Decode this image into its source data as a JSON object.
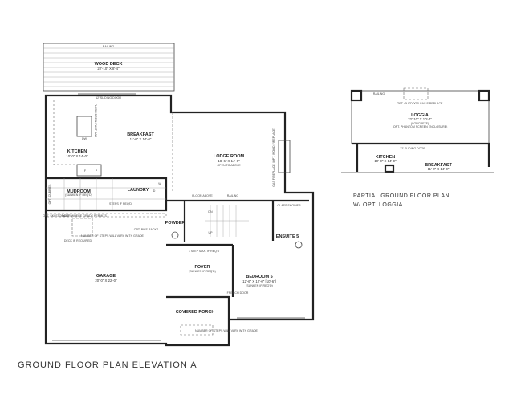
{
  "title": "GROUND FLOOR PLAN ELEVATION A",
  "main_plan": {
    "railing_top": "RAILING",
    "wood_deck": {
      "name": "WOOD DECK",
      "dims": "22'-10\" X 8'-4\""
    },
    "sliding_door": "12' SLIDING DOOR",
    "breakfast": {
      "name": "BREAKFAST",
      "dims": "11'-0\" X 14'-0\""
    },
    "kitchen": {
      "name": "KITCHEN",
      "dims": "10'-0\" X 14'-0\""
    },
    "flush_bar": "FLUSH BREAKFAST BAR",
    "dw": "DW",
    "fridge": "F",
    "pantry": "P",
    "lodge_room": {
      "name": "LODGE ROOM",
      "dims": "18'-6\" X 14'-6\"",
      "note": "OPEN TO ABOVE"
    },
    "fireplace": "GAS FIREPLACE (OPT. WOOD FIREPLACE)",
    "mudroom": {
      "name": "MUDROOM",
      "note": "(SUNKEN IF REQ'D)"
    },
    "laundry": "LAUNDRY",
    "washer": "W",
    "dryer": "D",
    "opt_cubbies": "OPT. CUBBIES",
    "steps_if_reqd": "STEPS IF REQ'D",
    "floor_above": "FLOOR ABOVE",
    "railing_mid": "RAILING",
    "opt_ski": "OPT. SKI STORAGE",
    "door_where": "DOOR WHERE GRADE PERMITS",
    "deck_if_reqd": "DECK IF REQUIRED",
    "number_steps_garage": "NUMBER OF STEPS WILL VARY WITH GRADE",
    "opt_bike": "OPT. BIKE RACKS",
    "garage": {
      "name": "GARAGE",
      "dims": "20'-0\" X 22'-0\""
    },
    "powder": "POWDER",
    "dn": "DN",
    "up": "UP",
    "glass_shower": "GLASS SHOWER",
    "ensuite": "ENSUITE 5",
    "step_max": "1 STEP MAX. IF REQ'D",
    "foyer": {
      "name": "FOYER",
      "note": "(SUNKEN IF REQ'D)"
    },
    "bedroom": {
      "name": "BEDROOM 5",
      "dims": "12'-6\" X 12'-0\" [10'-6\"]",
      "note": "(SUNKEN IF REQ'D)"
    },
    "french_door": "FRENCH DOOR",
    "covered_porch": "COVERED PORCH",
    "number_steps_porch": "NUMBER OF STEPS WILL VARY WITH GRADE"
  },
  "partial_plan": {
    "caption_line1": "PARTIAL GROUND FLOOR PLAN",
    "caption_line2": "W/ OPT. LOGGIA",
    "railing": "RAILING",
    "fireplace": "OPT. OUTDOOR GAS FIREPLACE",
    "loggia": {
      "name": "LOGGIA",
      "dims": "22'-10\" X 10'-4\"",
      "note1": "(CONCRETE)",
      "note2": "(OPT. PHANTOM SCREEN ENCLOSURE)"
    },
    "sliding_door": "12' SLIDING DOOR",
    "kitchen": {
      "name": "KITCHEN",
      "dims": "10'-0\" X 14'-0\""
    },
    "breakfast": {
      "name": "BREAKFAST",
      "dims": "11'-0\" X 14'-0\""
    }
  }
}
